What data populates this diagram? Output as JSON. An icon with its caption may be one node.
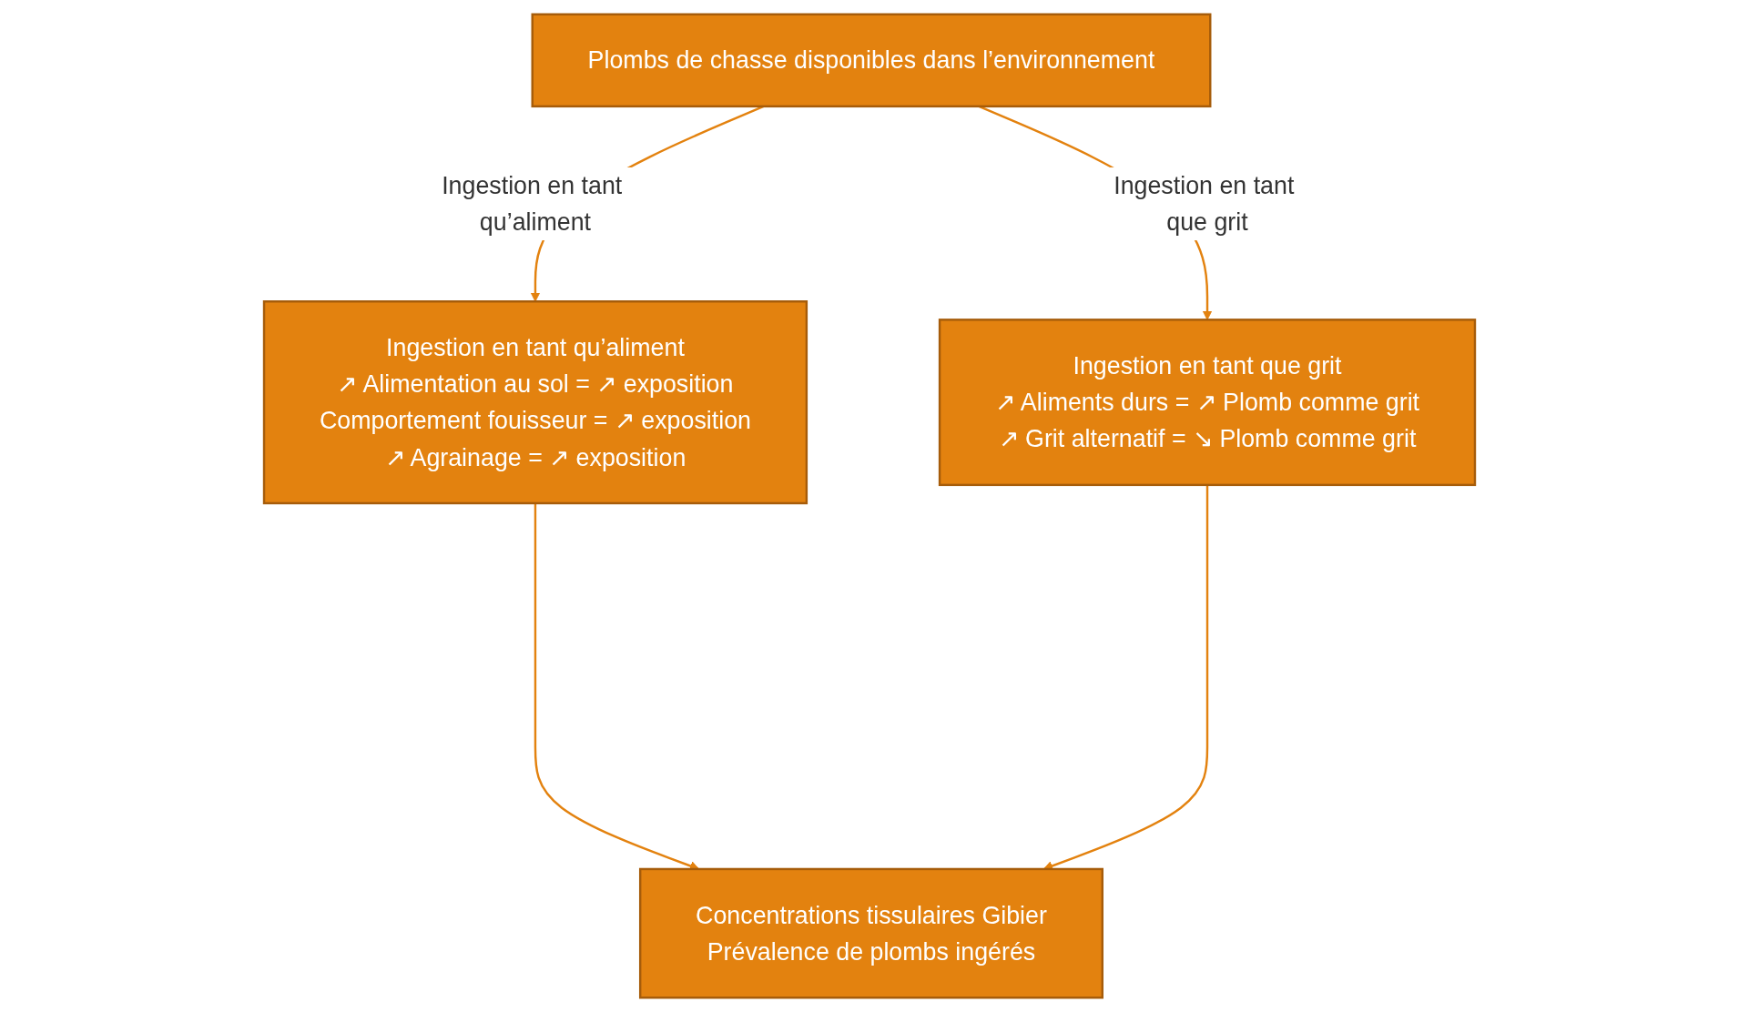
{
  "diagram": {
    "nodes": [
      {
        "text": [
          "Plombs de chasse disponibles dans l’environnement"
        ]
      },
      {
        "text": [
          "Ingestion en tant qu’aliment",
          "↗ Alimentation au sol = ↗ exposition",
          "Comportement fouisseur = ↗ exposition",
          "↗ Agrainage = ↗ exposition"
        ]
      },
      {
        "text": [
          "Ingestion en tant que grit",
          "↗ Aliments durs = ↗ Plomb comme grit",
          "↗ Grit alternatif = ↘ Plomb comme grit"
        ]
      },
      {
        "text": [
          "Concentrations tissulaires Gibier",
          "Prévalence de plombs ingérés"
        ]
      }
    ],
    "edges": [
      {
        "from": 0,
        "to": 1,
        "arrow": "to",
        "label": "Ingestion en tant qu’aliment"
      },
      {
        "from": 0,
        "to": 2,
        "arrow": "to",
        "label": "Ingestion en tant que grit"
      },
      {
        "from": 1,
        "to": 3,
        "arrow": "to"
      },
      {
        "from": 2,
        "to": 3,
        "arrow": "to"
      }
    ]
  }
}
